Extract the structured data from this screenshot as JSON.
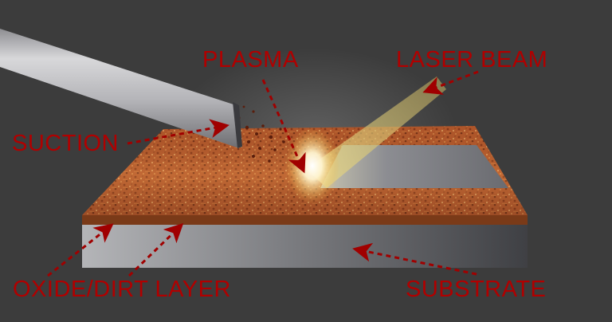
{
  "diagram": {
    "subject": "Laser cleaning cross-section illustration",
    "background_color": "#3c3c3c",
    "label_color": "#b00000",
    "labels": {
      "plasma": "PLASMA",
      "laser_beam": "LASER BEAM",
      "suction": "SUCTION",
      "oxide_layer": "OXIDE/DIRT LAYER",
      "substrate": "SUBSTRATE"
    },
    "components": {
      "suction_nozzle": "suction-nozzle",
      "laser_beam": "laser-beam",
      "plasma_flash": "plasma-flash",
      "oxide_layer": "oxide-dirt-layer",
      "cleaned_surface": "cleaned-metal-surface",
      "substrate": "metal-substrate",
      "debris_particles": "debris-particles"
    },
    "colors": {
      "rust": "#b5582a",
      "rust_light": "#d98a4a",
      "metal": "#8e8f93",
      "metal_dark": "#55565a",
      "beam": "#c9b56a",
      "plasma": "#fff6d8"
    }
  }
}
